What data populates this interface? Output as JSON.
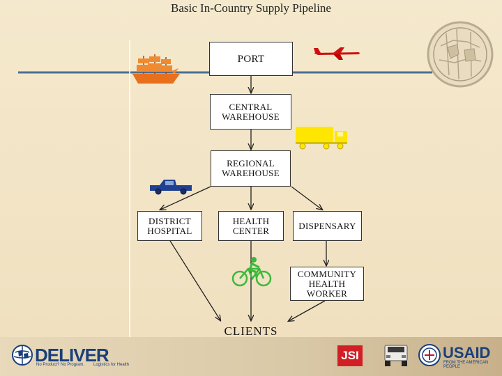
{
  "title": "Basic In-Country Supply Pipeline",
  "nodes": {
    "port": "PORT",
    "central": "CENTRAL\nWAREHOUSE",
    "regional": "REGIONAL\nWAREHOUSE",
    "district": "DISTRICT\nHOSPITAL",
    "health_center": "HEALTH\nCENTER",
    "dispensary": "DISPENSARY",
    "chw": "COMMUNITY\nHEALTH\nWORKER",
    "clients": "CLIENTS"
  },
  "edges": [
    [
      "port",
      "central"
    ],
    [
      "central",
      "regional"
    ],
    [
      "regional",
      "district"
    ],
    [
      "regional",
      "health_center"
    ],
    [
      "regional",
      "dispensary"
    ],
    [
      "dispensary",
      "chw"
    ],
    [
      "district",
      "clients"
    ],
    [
      "health_center",
      "clients"
    ],
    [
      "chw",
      "clients"
    ]
  ],
  "icons": {
    "ship": "ship-icon",
    "plane": "airplane-icon",
    "truck": "truck-icon",
    "pickup": "pickup-truck-icon",
    "bicycle": "bicycle-icon",
    "clients": "clients-icon",
    "globe": "globe-icon"
  },
  "colors": {
    "ship": "#e8701c",
    "plane": "#d01010",
    "truck": "#ffe600",
    "pickup": "#1f3f8f",
    "bicycle": "#3cb93c",
    "clients": "#2aa3e0"
  },
  "footer": {
    "deliver_logo": "DELIVER",
    "deliver_tagline_left": "No Product? No Program.",
    "deliver_tagline_right": "Logistics for Health",
    "jsi_logo": "JSI",
    "usaid_logo": "USAID",
    "usaid_tagline": "FROM THE AMERICAN PEOPLE"
  }
}
